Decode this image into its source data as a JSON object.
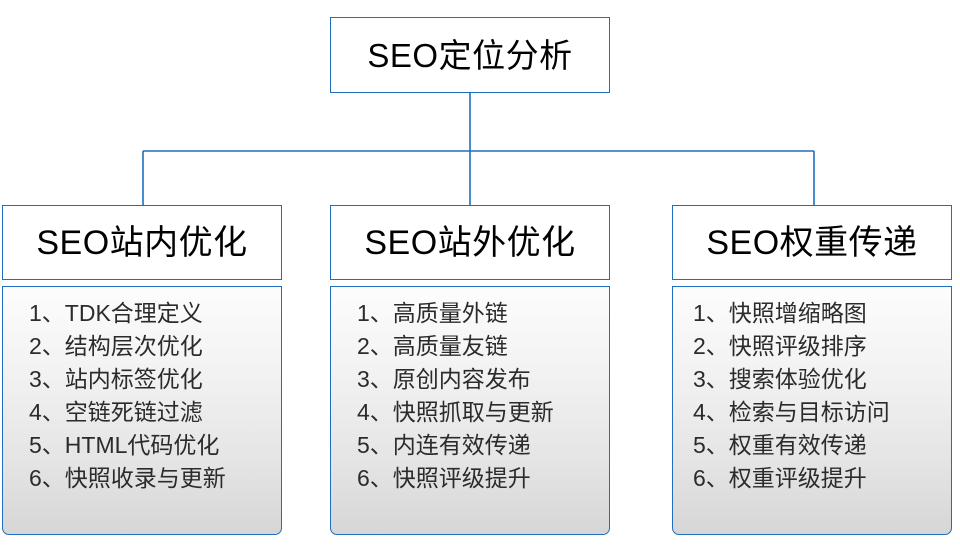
{
  "diagram": {
    "type": "org-tree",
    "root": {
      "title": "SEO定位分析"
    },
    "branches": [
      {
        "id": "seo-onsite",
        "header": "SEO站内优化",
        "items": [
          "1、TDK合理定义",
          "2、结构层次优化",
          "3、站内标签优化",
          "4、空链死链过滤",
          "5、HTML代码优化",
          "6、快照收录与更新"
        ]
      },
      {
        "id": "seo-offsite",
        "header": "SEO站外优化",
        "items": [
          "1、高质量外链",
          "2、高质量友链",
          "3、原创内容发布",
          "4、快照抓取与更新",
          "5、内连有效传递",
          "6、快照评级提升"
        ]
      },
      {
        "id": "seo-weight",
        "header": "SEO权重传递",
        "items": [
          "1、快照增缩略图",
          "2、快照评级排序",
          "3、搜索体验优化",
          "4、检索与目标访问",
          "5、权重有效传递",
          "6、权重评级提升"
        ]
      }
    ],
    "colors": {
      "border": "#1f6fc0",
      "connector": "#1f6fc0",
      "header_background": "#ffffff",
      "body_background_top": "#fdfdfd",
      "body_background_bottom": "#d6d6d6",
      "text": "#000000",
      "list_text": "#2b2b2b",
      "page_background": "#ffffff"
    }
  }
}
